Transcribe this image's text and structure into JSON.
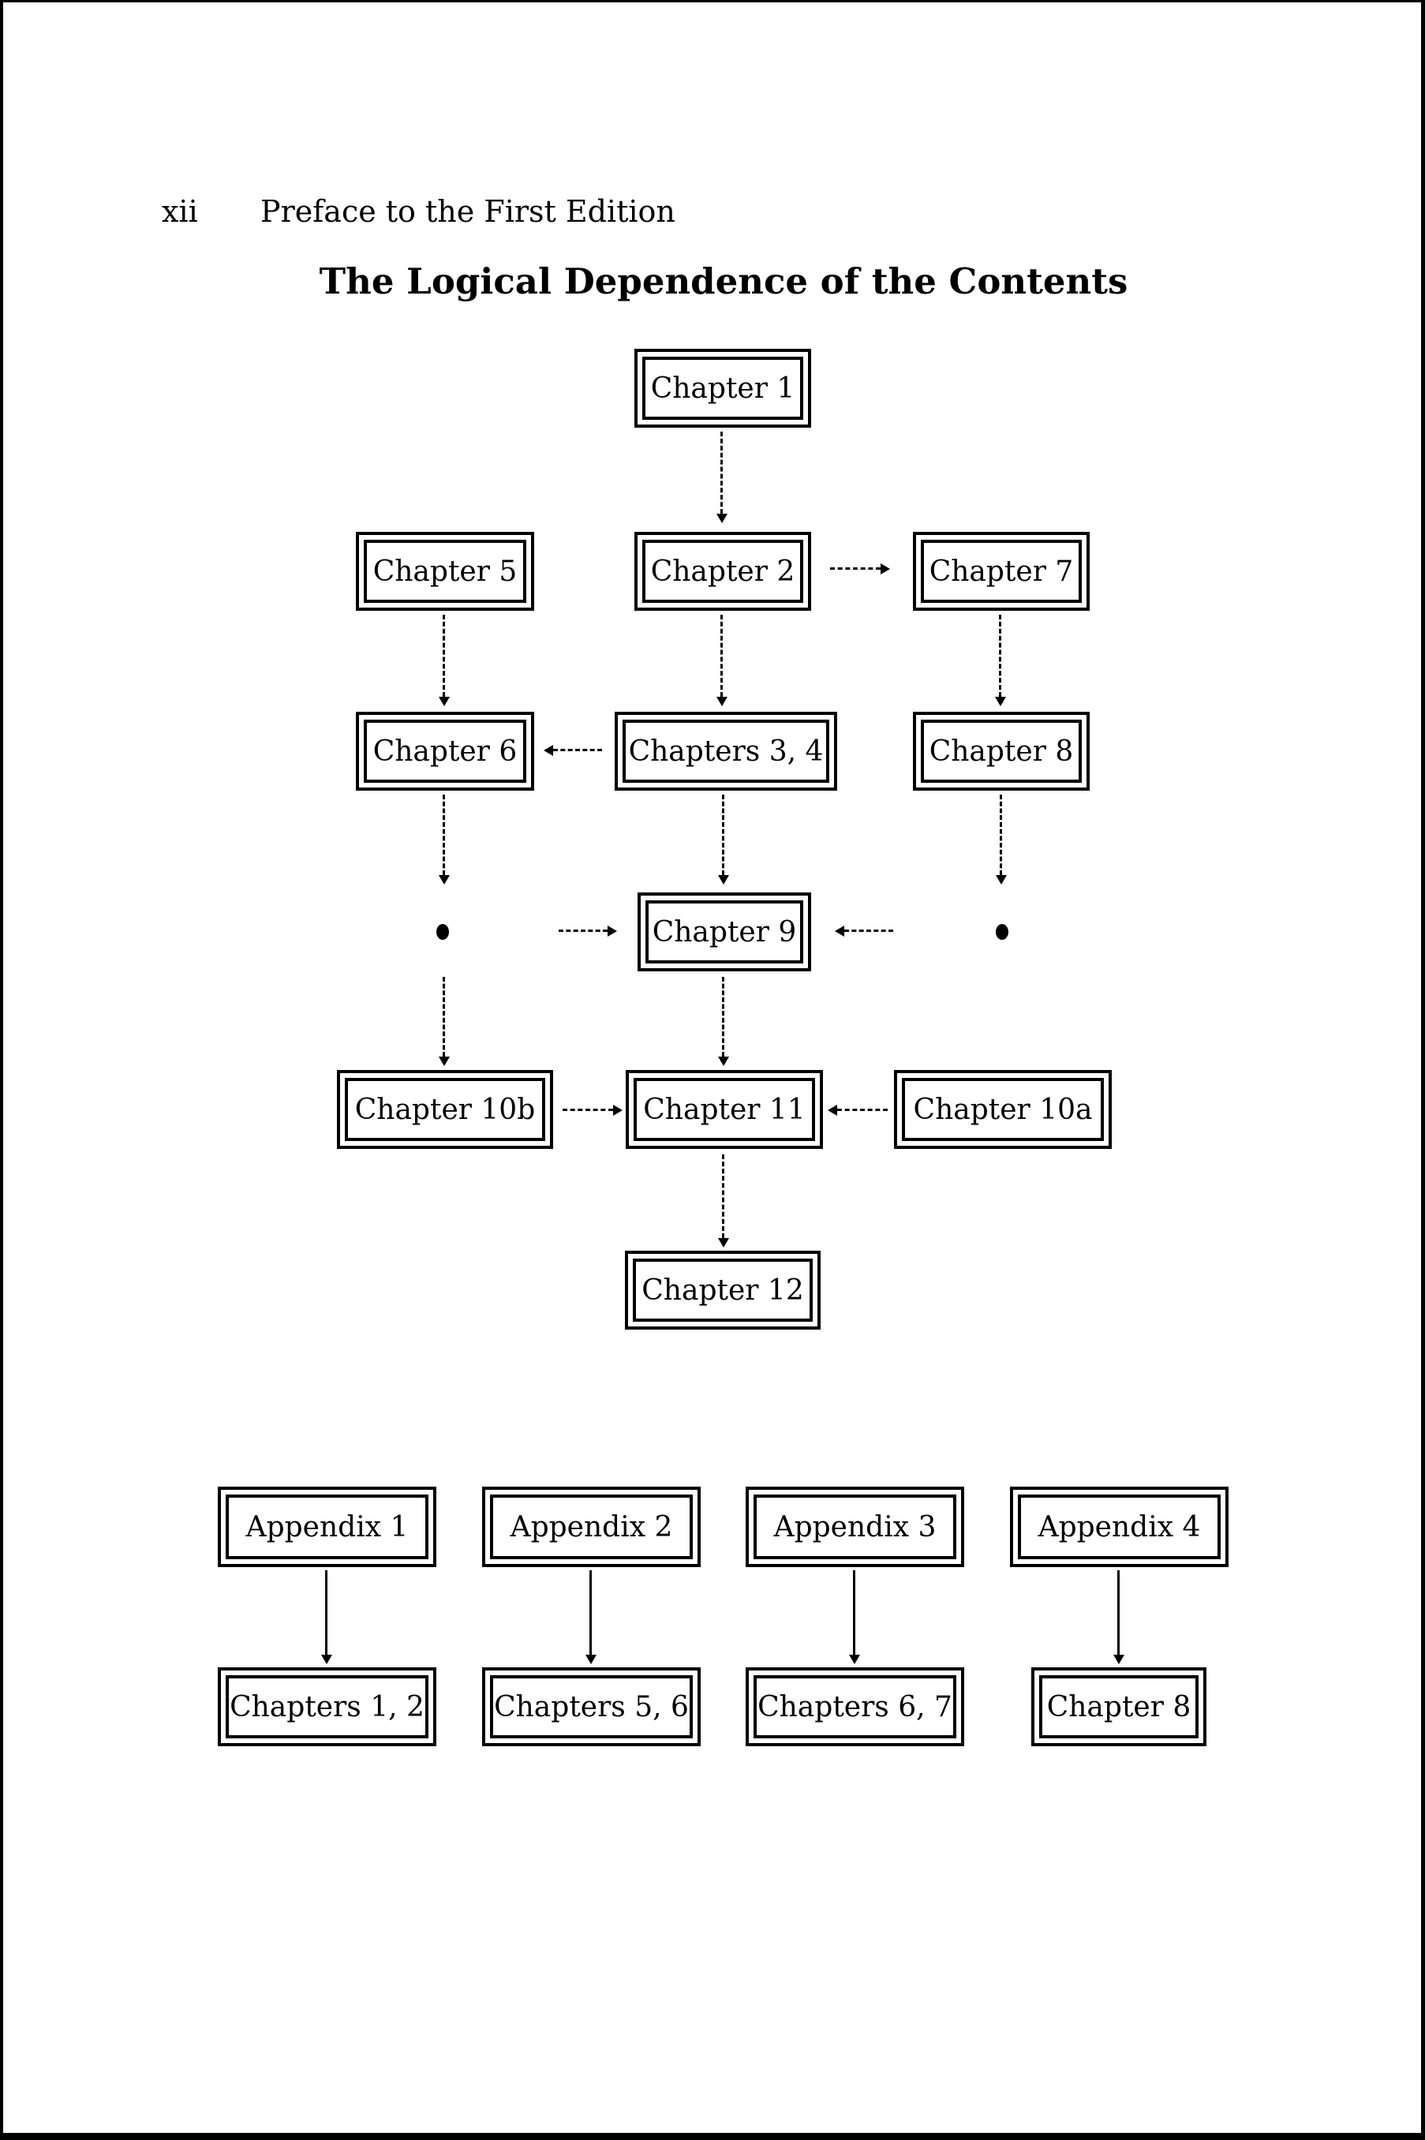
{
  "page": {
    "page_number": "xii",
    "running_header": "Preface to the First Edition"
  },
  "diagram": {
    "title": "The Logical Dependence of the Contents",
    "nodes": {
      "ch1": {
        "label": "Chapter 1"
      },
      "ch5": {
        "label": "Chapter 5"
      },
      "ch2": {
        "label": "Chapter 2"
      },
      "ch7": {
        "label": "Chapter 7"
      },
      "ch6": {
        "label": "Chapter 6"
      },
      "ch34": {
        "label": "Chapters 3, 4"
      },
      "ch8": {
        "label": "Chapter 8"
      },
      "ch9": {
        "label": "Chapter 9"
      },
      "ch10b": {
        "label": "Chapter 10b"
      },
      "ch11": {
        "label": "Chapter 11"
      },
      "ch10a": {
        "label": "Chapter 10a"
      },
      "ch12": {
        "label": "Chapter 12"
      }
    },
    "junction_dots": [
      "left-ellipsis-dot",
      "right-ellipsis-dot"
    ],
    "edges": [
      {
        "from": "Chapter 1",
        "to": "Chapter 2",
        "style": "dashed"
      },
      {
        "from": "Chapter 2",
        "to": "Chapter 7",
        "style": "dashed"
      },
      {
        "from": "Chapter 5",
        "to": "Chapter 6",
        "style": "dashed"
      },
      {
        "from": "Chapter 2",
        "to": "Chapters 3, 4",
        "style": "dashed"
      },
      {
        "from": "Chapter 7",
        "to": "Chapter 8",
        "style": "dashed"
      },
      {
        "from": "Chapters 3, 4",
        "to": "Chapter 6",
        "style": "dashed"
      },
      {
        "from": "Chapter 6",
        "to": "left-ellipsis-dot",
        "style": "dashed"
      },
      {
        "from": "Chapters 3, 4",
        "to": "Chapter 9",
        "style": "dashed"
      },
      {
        "from": "Chapter 8",
        "to": "right-ellipsis-dot",
        "style": "dashed"
      },
      {
        "from": "left-ellipsis-dot",
        "to": "Chapter 9",
        "style": "dashed"
      },
      {
        "from": "right-ellipsis-dot",
        "to": "Chapter 9",
        "style": "dashed"
      },
      {
        "from": "left-ellipsis-dot",
        "to": "Chapter 10b",
        "style": "dashed"
      },
      {
        "from": "Chapter 9",
        "to": "Chapter 11",
        "style": "dashed"
      },
      {
        "from": "Chapter 10b",
        "to": "Chapter 11",
        "style": "dashed"
      },
      {
        "from": "Chapter 10a",
        "to": "Chapter 11",
        "style": "dashed"
      },
      {
        "from": "Chapter 11",
        "to": "Chapter 12",
        "style": "dashed"
      }
    ]
  },
  "appendix": {
    "nodes": {
      "a1": {
        "label": "Appendix 1"
      },
      "a2": {
        "label": "Appendix 2"
      },
      "a3": {
        "label": "Appendix 3"
      },
      "a4": {
        "label": "Appendix 4"
      },
      "c12": {
        "label": "Chapters 1, 2"
      },
      "c56": {
        "label": "Chapters 5, 6"
      },
      "c67": {
        "label": "Chapters 6, 7"
      },
      "c8": {
        "label": "Chapter 8"
      }
    },
    "edges": [
      {
        "from": "Appendix 1",
        "to": "Chapters 1, 2",
        "style": "solid"
      },
      {
        "from": "Appendix 2",
        "to": "Chapters 5, 6",
        "style": "solid"
      },
      {
        "from": "Appendix 3",
        "to": "Chapters 6, 7",
        "style": "solid"
      },
      {
        "from": "Appendix 4",
        "to": "Chapter 8",
        "style": "solid"
      }
    ]
  },
  "colors": {
    "ink": "#000000",
    "paper": "#ffffff"
  }
}
